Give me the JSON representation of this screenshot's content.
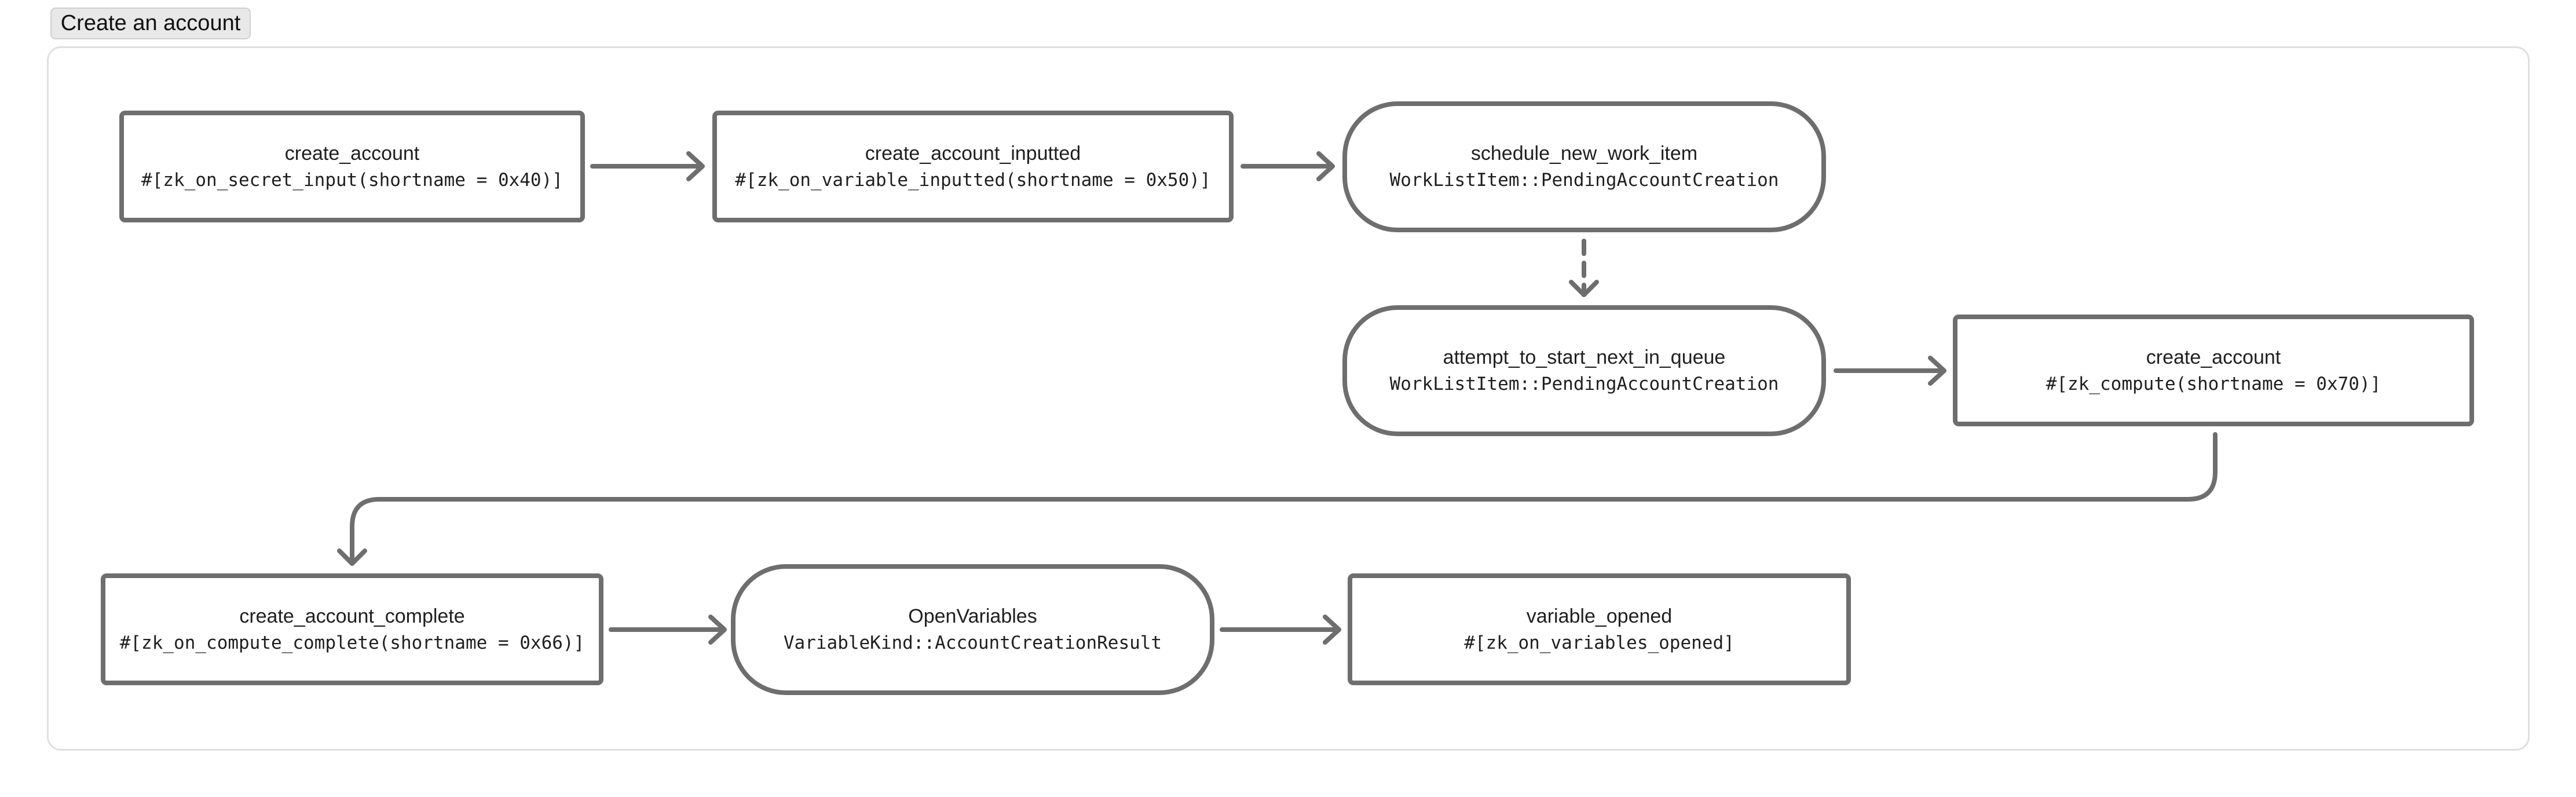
{
  "tab": {
    "label": "Create an account"
  },
  "nodes": {
    "n1": {
      "title": "create_account",
      "code": "#[zk_on_secret_input(shortname = 0x40)]"
    },
    "n2": {
      "title": "create_account_inputted",
      "code": "#[zk_on_variable_inputted(shortname = 0x50)]"
    },
    "n3": {
      "title": "schedule_new_work_item",
      "code": "WorkListItem::PendingAccountCreation"
    },
    "n4": {
      "title": "attempt_to_start_next_in_queue",
      "code": "WorkListItem::PendingAccountCreation"
    },
    "n5": {
      "title": "create_account",
      "code": "#[zk_compute(shortname = 0x70)]"
    },
    "n6": {
      "title": "create_account_complete",
      "code": "#[zk_on_compute_complete(shortname = 0x66)]"
    },
    "n7": {
      "title": "OpenVariables",
      "code": "VariableKind::AccountCreationResult"
    },
    "n8": {
      "title": "variable_opened",
      "code": "#[zk_on_variables_opened]"
    }
  },
  "colors": {
    "stroke": "#6e6e6e",
    "frame_border": "#e0e0e0",
    "tab_bg": "#e8e8e8"
  }
}
